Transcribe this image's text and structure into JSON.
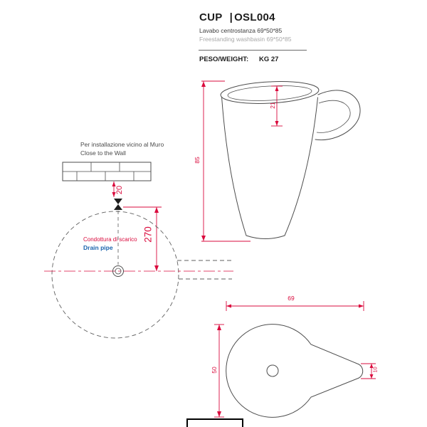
{
  "header": {
    "product_name": "CUP",
    "separator": "|",
    "product_code": "OSL004",
    "description_it": "Lavabo centrostanza 69*50*85",
    "description_en": "Freestanding  washbasin   69*50*85",
    "weight_label": "PESO/WEIGHT:",
    "weight_value": "KG 27"
  },
  "installation_note": {
    "line1_it": "Per installazione vicino al  Muro",
    "line2_en": "Close to the Wall"
  },
  "drain": {
    "label_it": "Condottura di scarico",
    "label_en": "Drain pipe"
  },
  "dimensions": {
    "front_height": "85",
    "front_rim_depth": "21",
    "wall_offset": "20",
    "drain_offset": "270",
    "plan_width": "69",
    "plan_depth": "50",
    "plan_spout": "10"
  },
  "colors": {
    "dimension-red": "#da0b3d",
    "drain-blue": "#1a64ad",
    "line-gray": "#4d4d4d",
    "muted-text": "#a8a8a8"
  }
}
